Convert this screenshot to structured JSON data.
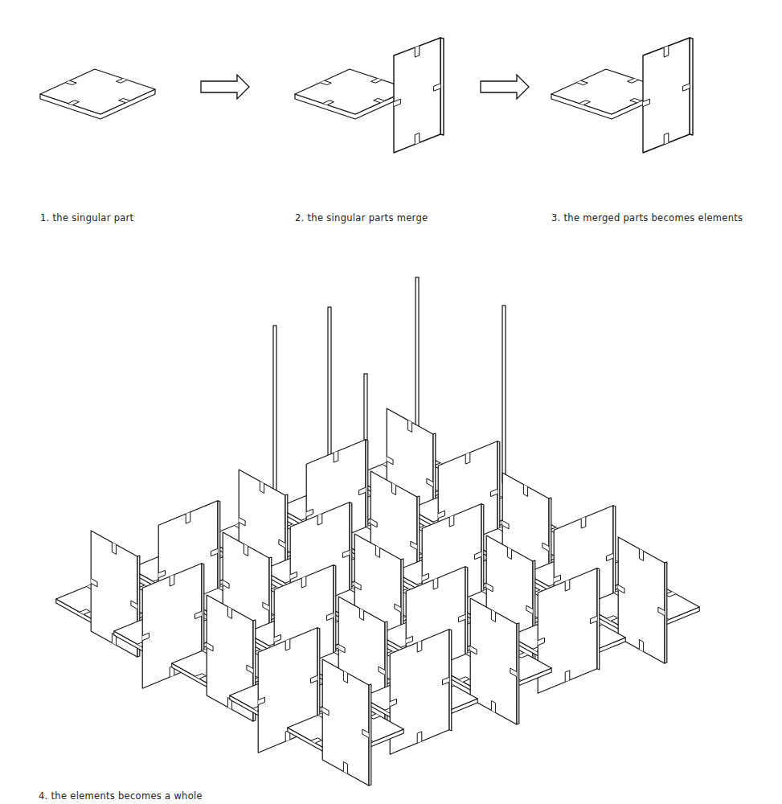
{
  "diagram": {
    "labels": [
      "1. the singular part",
      "2. the singular parts merge",
      "3. the merged parts becomes elements",
      "4. the elements becomes a whole"
    ]
  }
}
